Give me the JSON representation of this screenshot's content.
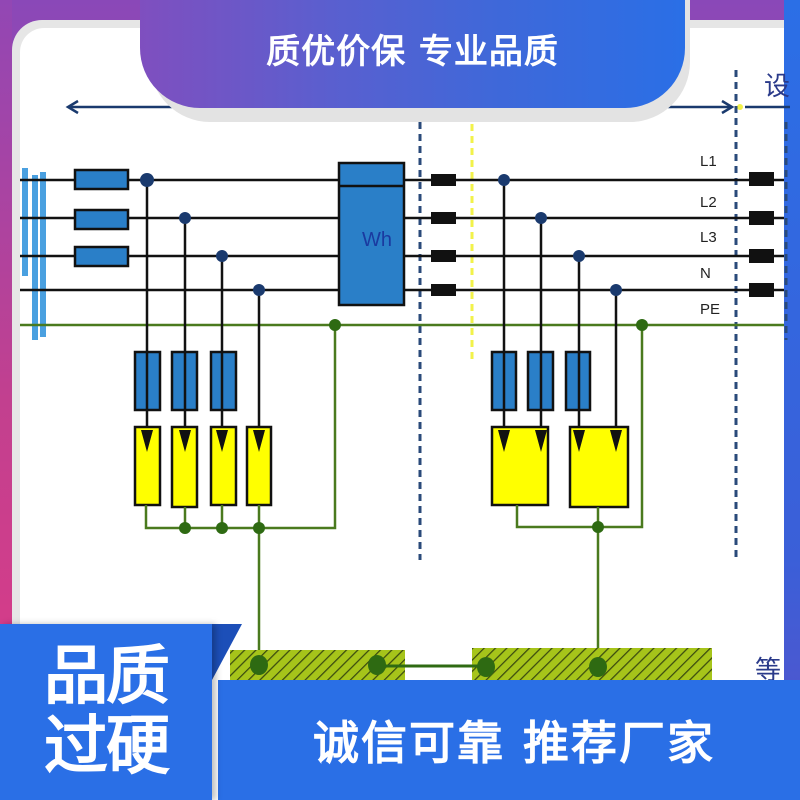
{
  "header": {
    "title": "质优价保 专业品质"
  },
  "diagram": {
    "line_labels": [
      "L1",
      "L2",
      "L3",
      "N",
      "PE"
    ],
    "meter_label": "Wh",
    "top_right_partial_label": "设",
    "bottom_right_partial_label": "等",
    "colors": {
      "conductor": "#111111",
      "pe_conductor": "#4a7a1e",
      "fuse_fill": "#2a7fc8",
      "spd_fill": "#ffff00",
      "junction": "#1a3a6e",
      "pe_junction": "#2e6a12",
      "busbar": "#4aa0e0",
      "dashed_zone": "#2a4a7a",
      "dashed_yellow": "#f2f24a",
      "ground_bar": "#a6c41a"
    }
  },
  "footer": {
    "badge_line1": "品质",
    "badge_line2": "过硬",
    "slogan": "诚信可靠  推荐厂家"
  }
}
